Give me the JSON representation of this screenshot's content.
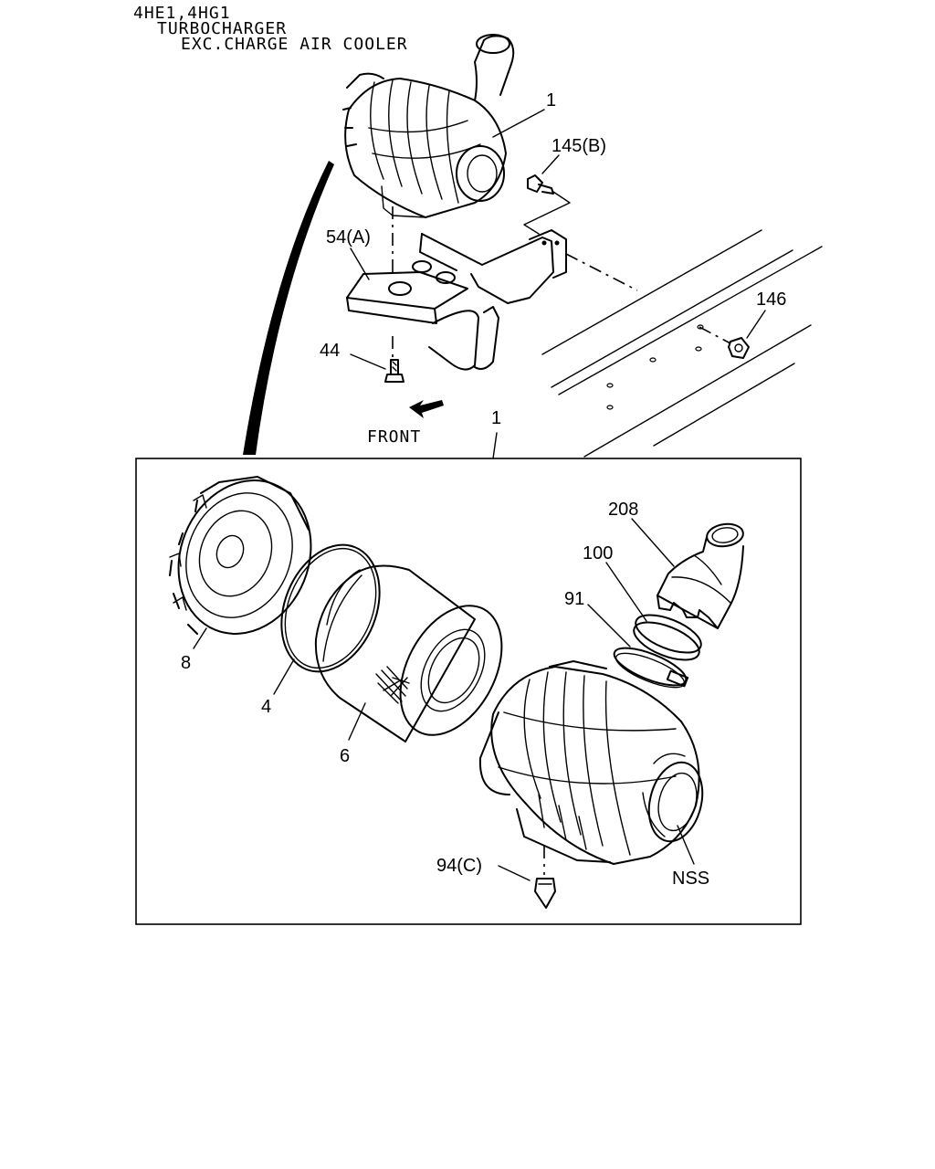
{
  "header": {
    "line1": "4HE1,4HG1",
    "line2": "TURBOCHARGER",
    "line3": "EXC.CHARGE AIR COOLER"
  },
  "top_assembly": {
    "callouts": {
      "c1": "1",
      "c145": "145(B)",
      "c54": "54(A)",
      "c146": "146",
      "c44": "44",
      "front": "FRONT",
      "c1b": "1"
    }
  },
  "detail_box": {
    "callouts": {
      "c208": "208",
      "c100": "100",
      "c91": "91",
      "c8": "8",
      "c4": "4",
      "c6": "6",
      "c94": "94(C)",
      "nss": "NSS"
    }
  },
  "icons": [
    "air-cleaner-assembly",
    "bracket",
    "bolt",
    "nut",
    "front-arrow",
    "cover",
    "o-ring",
    "filter-element",
    "air-cleaner-body",
    "inlet-hose",
    "ring",
    "clamp",
    "valve"
  ]
}
